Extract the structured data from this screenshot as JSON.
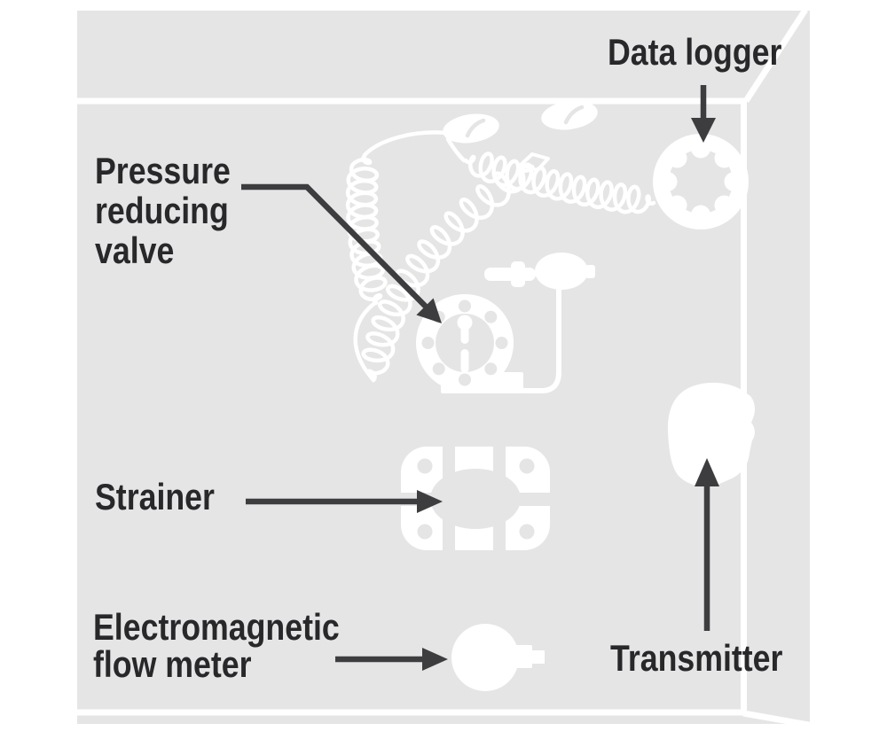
{
  "diagram": {
    "title_present": false,
    "colors": {
      "background": "#ffffff",
      "wall_gray": "#e5e5e6",
      "equipment_white": "#ffffff",
      "arrow_dark": "#3d3d3f",
      "label_text": "#28282a"
    },
    "labels": {
      "data_logger": {
        "text": "Data logger",
        "arrow_direction": "down"
      },
      "pressure_reducing_valve": {
        "line1": "Pressure",
        "line2": "reducing",
        "line3": "valve",
        "arrow_direction": "diagonal-down-right"
      },
      "strainer": {
        "text": "Strainer",
        "arrow_direction": "right"
      },
      "electromagnetic_flow_meter": {
        "line1": "Electromagnetic",
        "line2": "flow meter",
        "arrow_direction": "right"
      },
      "transmitter": {
        "text": "Transmitter",
        "arrow_direction": "up"
      }
    },
    "icons": [
      "data-logger-ring-icon",
      "pressure-reducing-valve-flange-icon",
      "strainer-body-icon",
      "electromagnetic-flow-meter-icon",
      "transmitter-blob-icon",
      "coiled-hose-icon",
      "valve-handle-oval-icon",
      "sensor-stem-icon"
    ]
  }
}
